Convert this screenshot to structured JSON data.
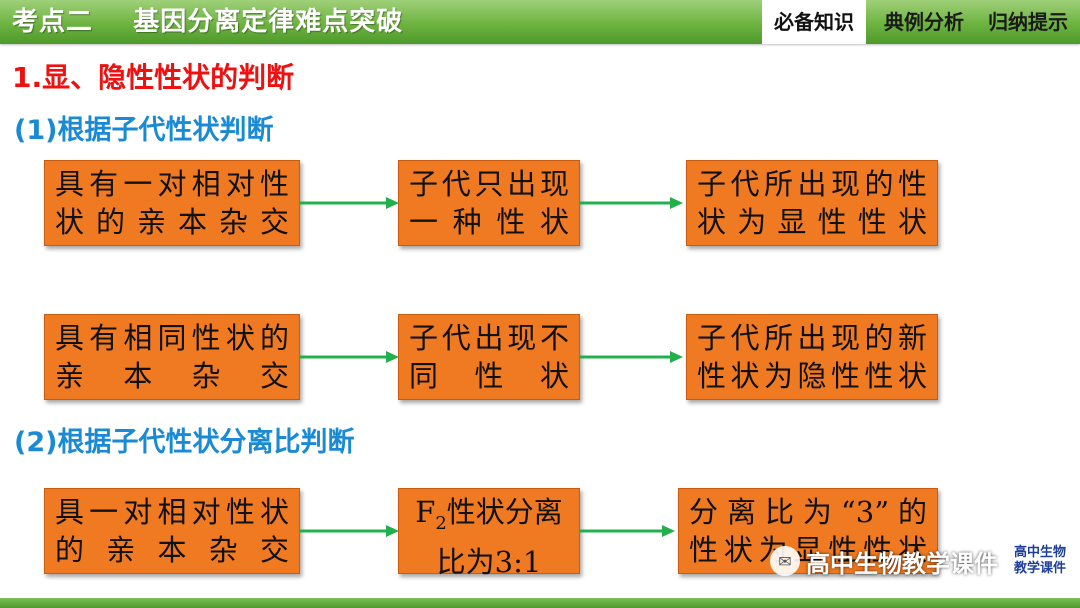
{
  "header": {
    "title": "考点二    基因分离定律难点突破",
    "tabs": [
      "必备知识",
      "典例分析",
      "归纳提示"
    ],
    "active_tab": 0,
    "colors": {
      "bar": "#6db33f",
      "accent_text": "#ffffff"
    }
  },
  "content": {
    "section_title": "1.显、隐性性状的判断",
    "part1_title": "(1)根据子代性状判断",
    "part2_title": "(2)根据子代性状分离比判断",
    "rows": [
      {
        "parent": [
          "具有一对相对性",
          "状 的 亲 本 杂 交"
        ],
        "offspring": [
          "子代只出现",
          "一 种 性 状"
        ],
        "conclusion": [
          "子代所出现的性",
          "状 为 显 性 性 状"
        ]
      },
      {
        "parent": [
          "具有相同性状的",
          "亲　本　杂　交"
        ],
        "offspring": [
          "子代出现不",
          "同　性　状"
        ],
        "conclusion": [
          "子代所出现的新",
          "性状为隐性性状"
        ]
      },
      {
        "parent": [
          "具一对相对性状",
          "的 亲 本 杂 交"
        ],
        "offspring_parts": {
          "f": "F",
          "sub": "2",
          "rest": "性状分离",
          "line2": "比为3:1"
        },
        "conclusion": [
          "分离比为“3”的",
          "性状为显性性状"
        ]
      }
    ],
    "box_color": "#f07a22",
    "arrow_color": "#22b04c"
  },
  "watermark": {
    "text": "高中生物教学课件",
    "logo_line1": "高中生物",
    "logo_line2": "教学课件"
  }
}
